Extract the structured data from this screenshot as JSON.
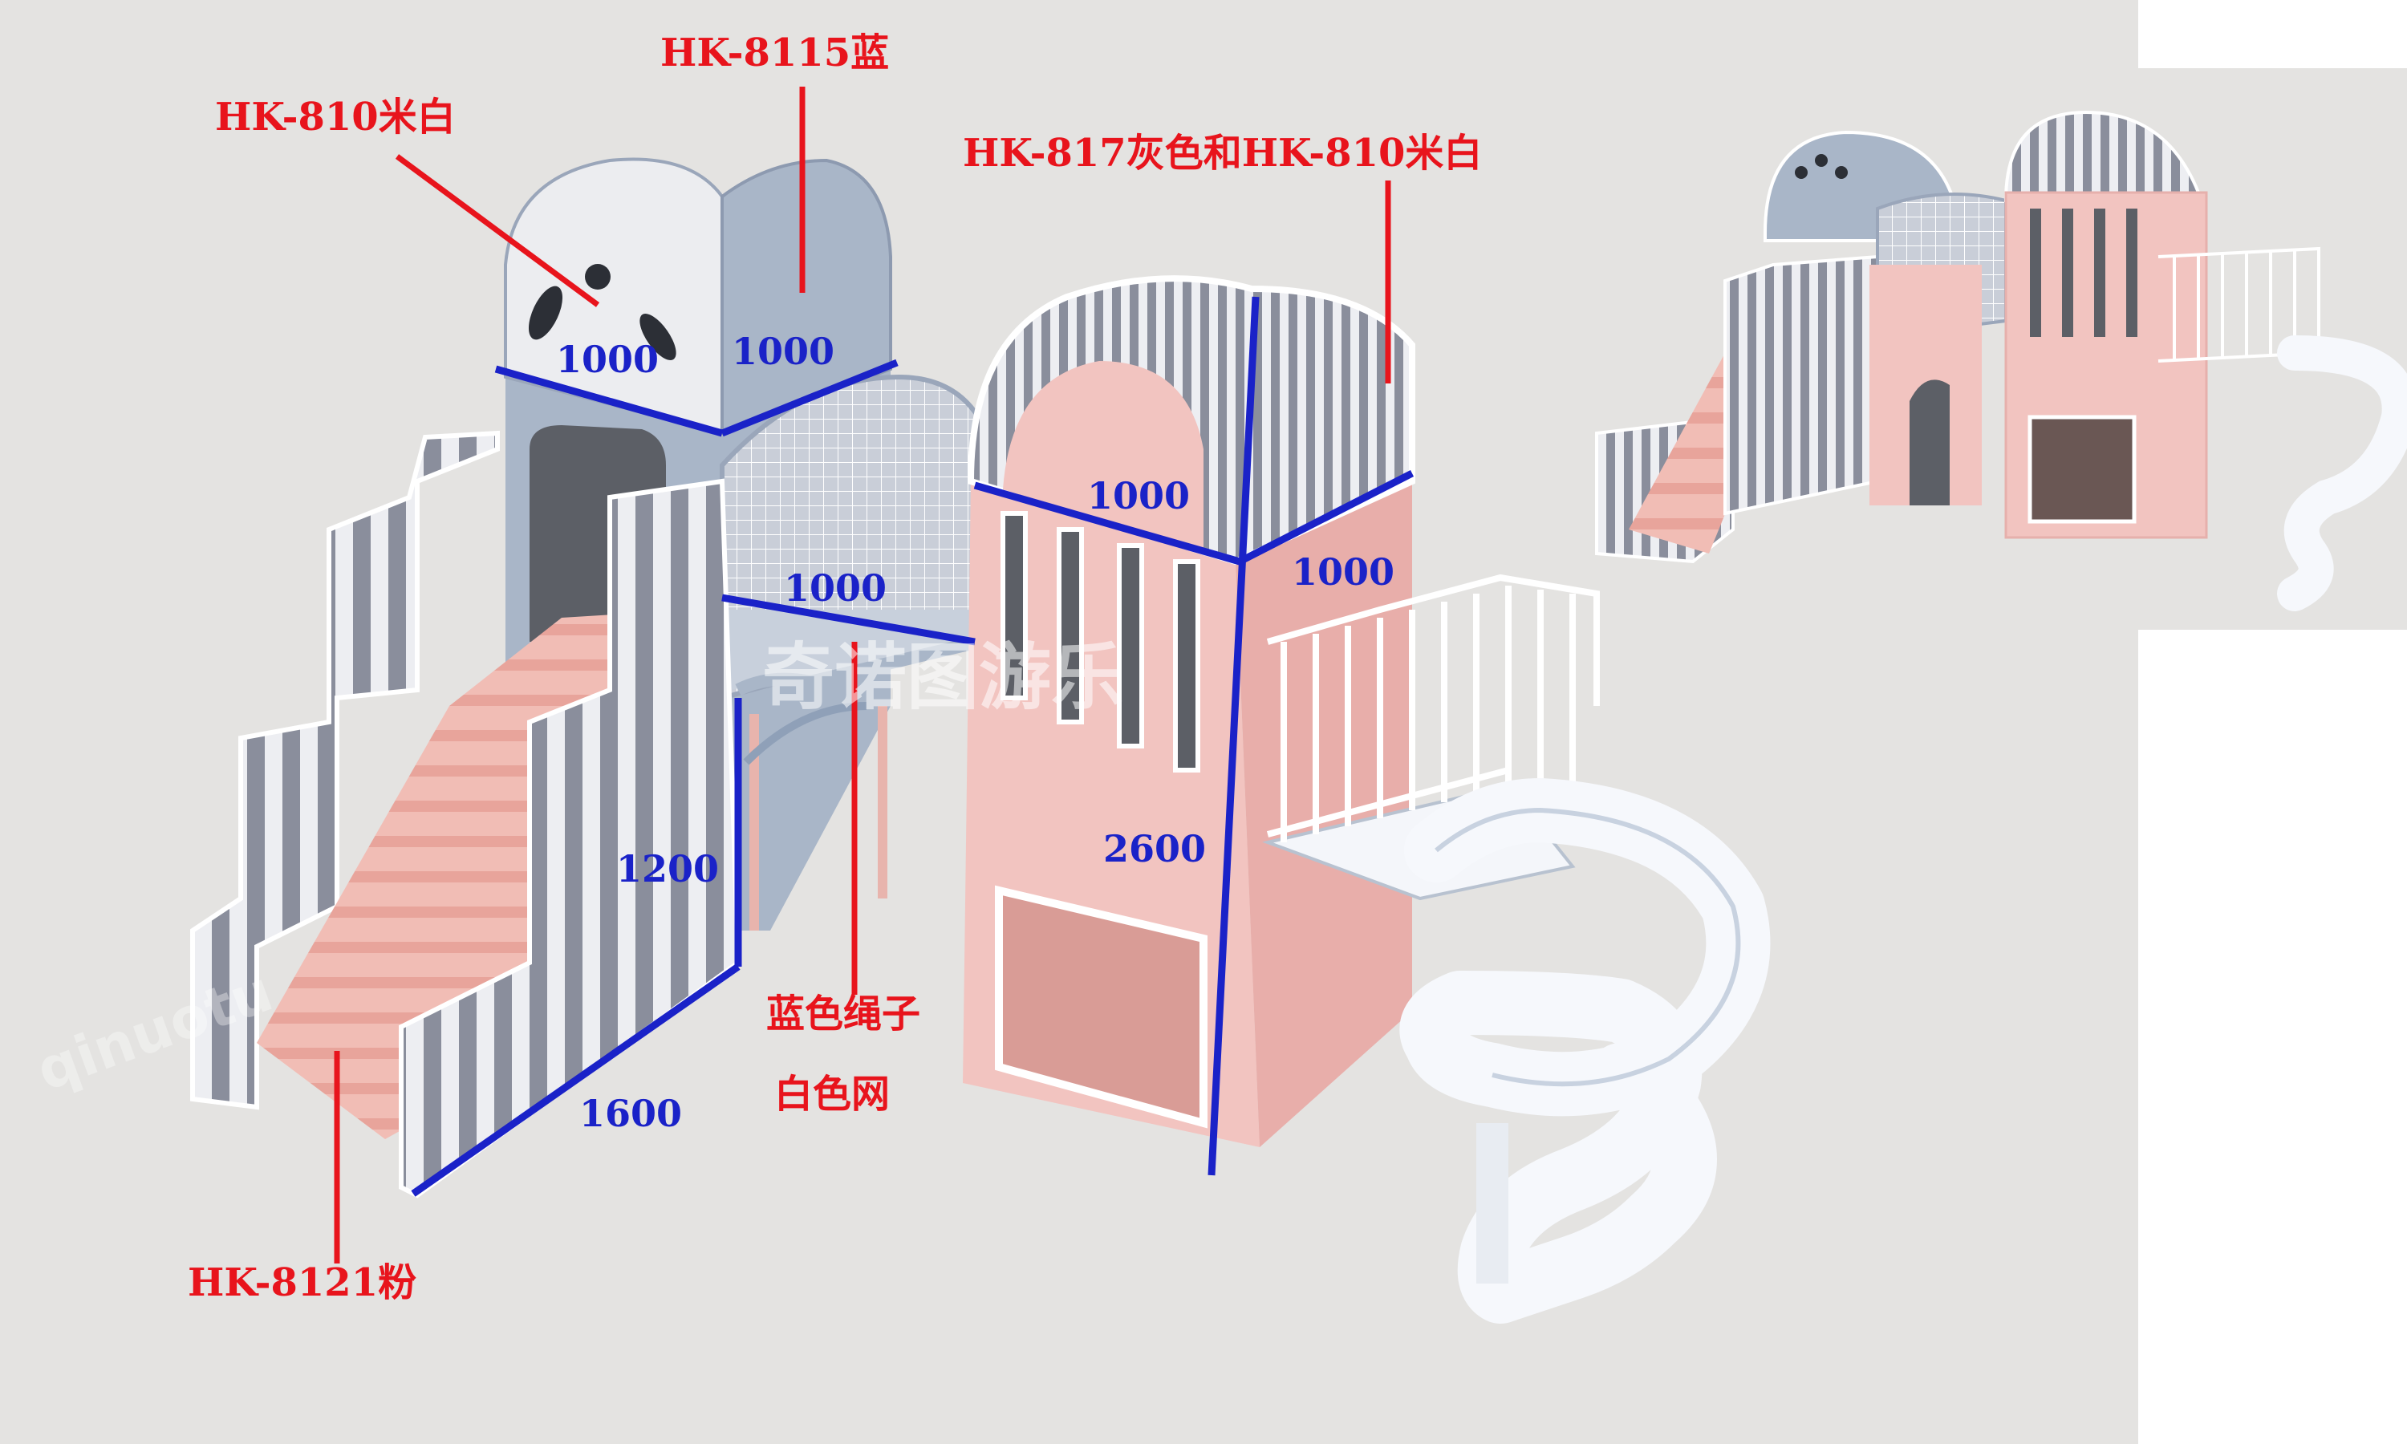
{
  "background": {
    "panel_color": "#e4e3e1",
    "outer_color": "#ffffff"
  },
  "colors": {
    "label_red": "#e8141c",
    "dimension_blue": "#1a22c8",
    "tower_blue": "#aab8cc",
    "stripe_gray": "#8a8e9c",
    "pink": "#f2c4c0",
    "white": "#f4f6fa"
  },
  "material_labels": {
    "dome_cream": "HK-810米白",
    "dome_blue": "HK-8115蓝",
    "stripes_combo": "HK-817灰色和HK-810米白",
    "stairs_pink": "HK-8121粉",
    "rope_blue": "蓝色绳子",
    "net_white": "白色网"
  },
  "dimensions": {
    "dome_left_width": "1000",
    "dome_left_depth": "1000",
    "tower_right_width": "1000",
    "tower_right_depth": "1000",
    "bridge_length": "1000",
    "stairs_height": "1200",
    "stairs_length": "1600",
    "tower_height": "2600"
  },
  "watermark": {
    "brand": "qinuotu",
    "chinese": "奇诺图游乐"
  }
}
